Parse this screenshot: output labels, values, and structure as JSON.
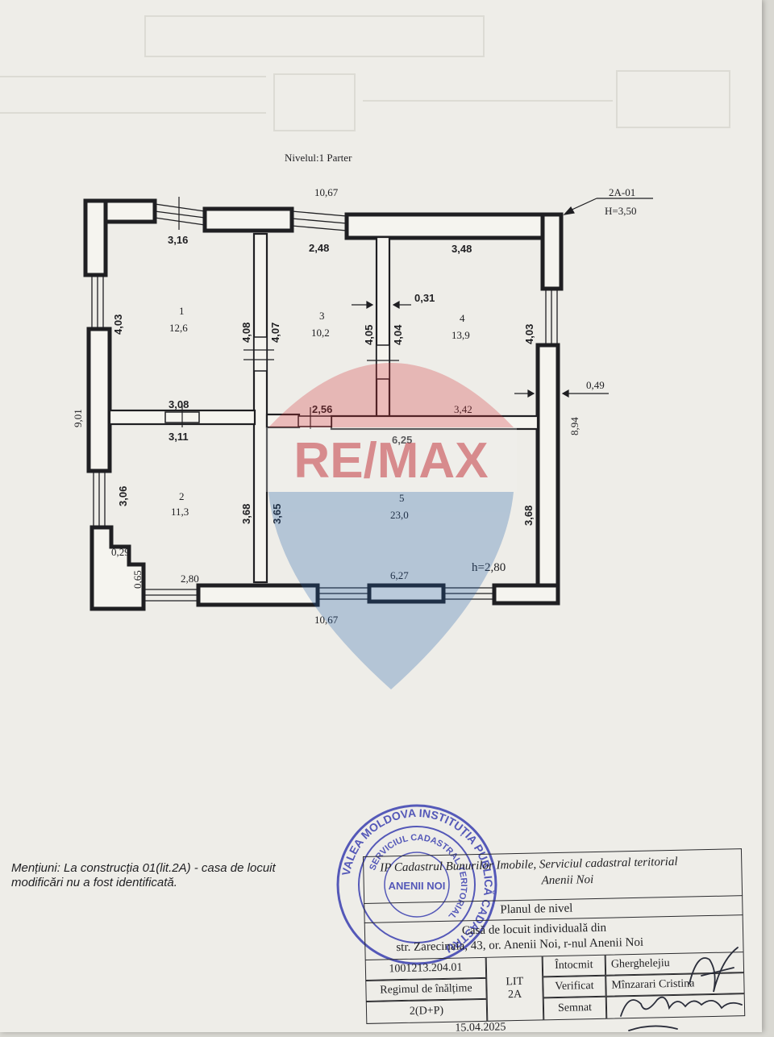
{
  "plan": {
    "level_title": "Nivelul:1 Parter",
    "overall_width_top": "10,67",
    "overall_width_bottom": "10,67",
    "overall_depth_left": "9,01",
    "overall_depth_right": "8,94",
    "building_ref": "2A-01",
    "building_height": "H=3,50",
    "ceiling_height": "h=2,80",
    "rooms": [
      {
        "number": "1",
        "area": "12,6"
      },
      {
        "number": "2",
        "area": "11,3"
      },
      {
        "number": "3",
        "area": "10,2"
      },
      {
        "number": "4",
        "area": "13,9"
      },
      {
        "number": "5",
        "area": "23,0"
      }
    ],
    "dims": {
      "r1_width": "3,16",
      "r3_width": "2,48",
      "r4_width": "3,48",
      "r1_height": "4,03",
      "wall1_a": "4,08",
      "wall1_b": "4,07",
      "wall2_a": "4,05",
      "wall2_b": "4,04",
      "wall_thick": "0,31",
      "r4_height": "4,03",
      "outer_wall": "0,49",
      "mid_r1": "3,08",
      "mid_r2": "3,11",
      "mid_small": "2,56",
      "mid_r4": "3,42",
      "r5_width": "6,25",
      "r2_left": "3,06",
      "r2_height": "3,68",
      "r5_left": "3,65",
      "r5_right": "3,68",
      "step_a": "0,29",
      "step_b": "0,65",
      "win_bottom_left": "2,80",
      "win_bottom_right": "6,27"
    }
  },
  "watermark": {
    "brand": "RE/MAX"
  },
  "notes": {
    "line1": "Mențiuni: La construcția 01(lit.2A) - casa de locuit",
    "line2": "modificări nu a fost identificată."
  },
  "stamp": {
    "outer_text": "VALEA MOLDOVA INSTITUȚIA PUBLICĂ CADASTRU",
    "inner_text": "SERVICIUL CADASTRAL TERITORIAL",
    "center_text": "ANENII NOI"
  },
  "titleblock": {
    "institution_1": "IP Cadastrul Bunurilor Imobile, Serviciul cadastral teritorial",
    "institution_2": "Anenii Noi",
    "doc_title": "Planul de nivel",
    "object_1": "Casă de locuit individuală din",
    "object_2": "str. Zarecinaia, 43, or. Anenii Noi,   r-nul  Anenii Noi",
    "cadastral_no": "1001213.204.01",
    "height_label": "Regimul de înălțime",
    "height_value": "2(D+P)",
    "lit_label": "LIT",
    "lit_value": "2A",
    "prepared_label": "Întocmit",
    "prepared_name": "Gherghelejiu",
    "verified_label": "Verificat",
    "verified_name": "Mînzarari  Cristina",
    "signed_label": "Semnat",
    "date": "15.04.2025"
  }
}
